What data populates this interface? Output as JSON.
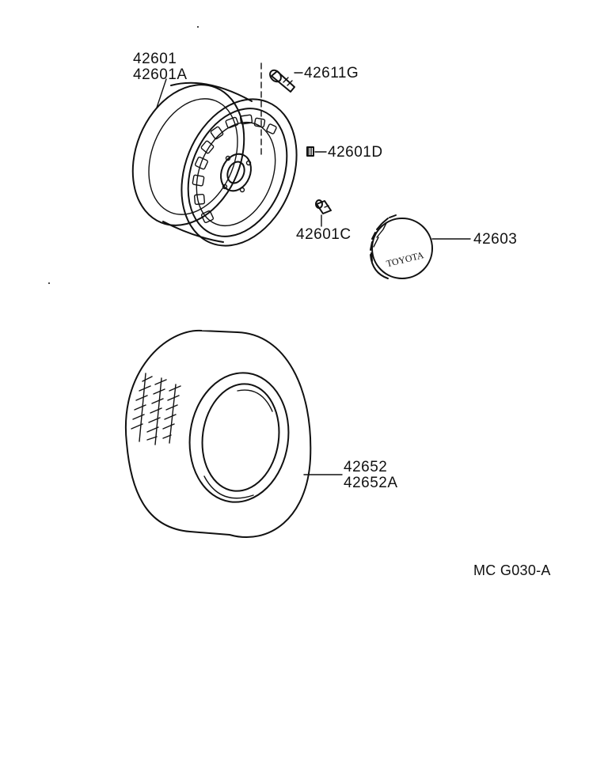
{
  "parts": {
    "wheel": {
      "number": "42601",
      "alt_number": "42601A"
    },
    "valve": {
      "number": "42611G"
    },
    "weight": {
      "number": "42601D"
    },
    "nut": {
      "number": "42601C"
    },
    "cap": {
      "number": "42603",
      "brand": "TOYOTA"
    },
    "tire": {
      "number": "42652",
      "alt_number": "42652A"
    }
  },
  "diagram_code": "MC G030-A"
}
